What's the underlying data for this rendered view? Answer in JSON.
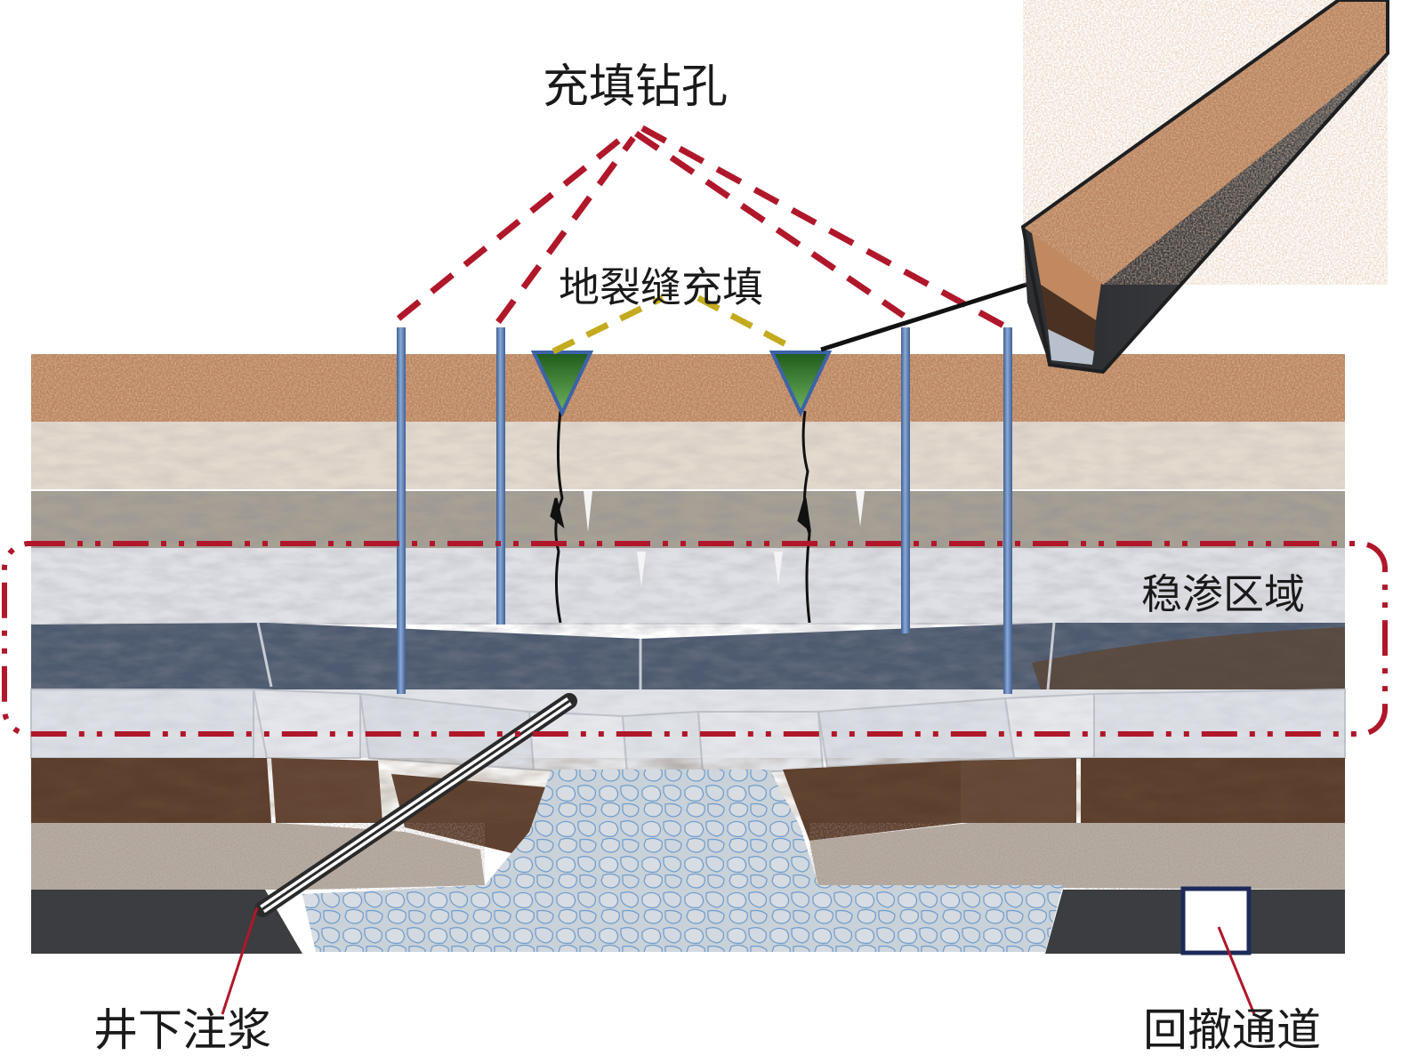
{
  "labels": {
    "filling_drill_holes": "充填钻孔",
    "ground_fissure_filling": "地裂缝充填",
    "seepage_stabilization_zone": "稳渗区域",
    "underground_grouting": "井下注浆",
    "retreat_channel": "回撤通道"
  },
  "colors": {
    "topsoil": "#b9825c",
    "clay": "#e2d8cc",
    "mudstone": "#a9a297",
    "sandstone": "#dcdde2",
    "shale": "#4e5a6e",
    "limestone": "#e3e5ea",
    "coal_roof": "#5a3d2b",
    "gravel": "#b7aca2",
    "coal_seam": "#3b3d40",
    "goaf": "#c9d1d9",
    "drill_pipe": "#5d7fb0",
    "red_dash": "#b0172a",
    "yellow_dash": "#c4aa1f",
    "funnel": "#2f7a2a"
  }
}
